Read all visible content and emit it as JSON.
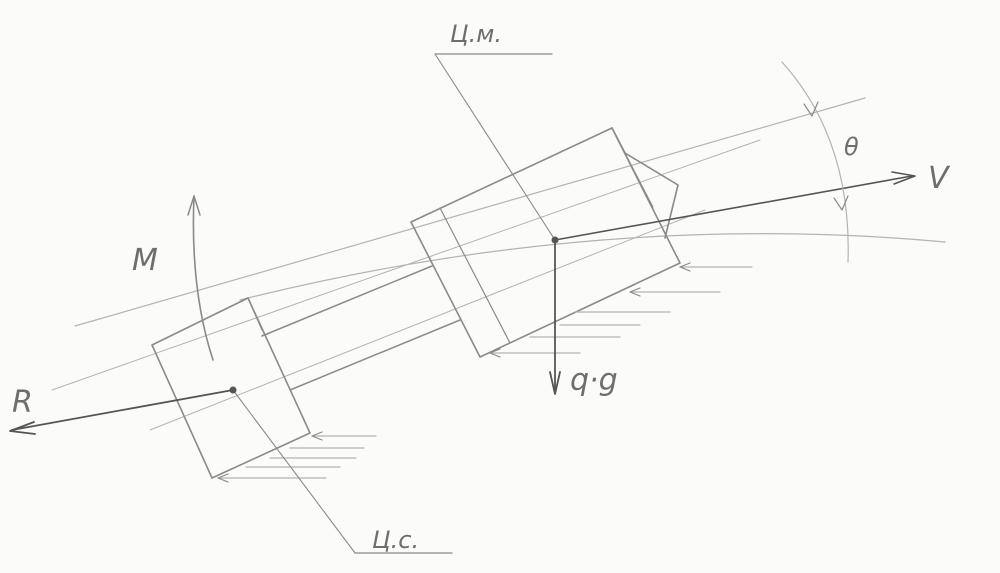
{
  "labels": {
    "center_of_mass": "Ц.м.",
    "center_of_pressure": "Ц.с.",
    "velocity": "V",
    "drag": "R",
    "moment": "M",
    "angle": "θ",
    "weight": "q·g"
  },
  "colors": {
    "paper": "#fbfbfa",
    "pencil": "#8a8a8a",
    "pencil_dark": "#555555"
  }
}
